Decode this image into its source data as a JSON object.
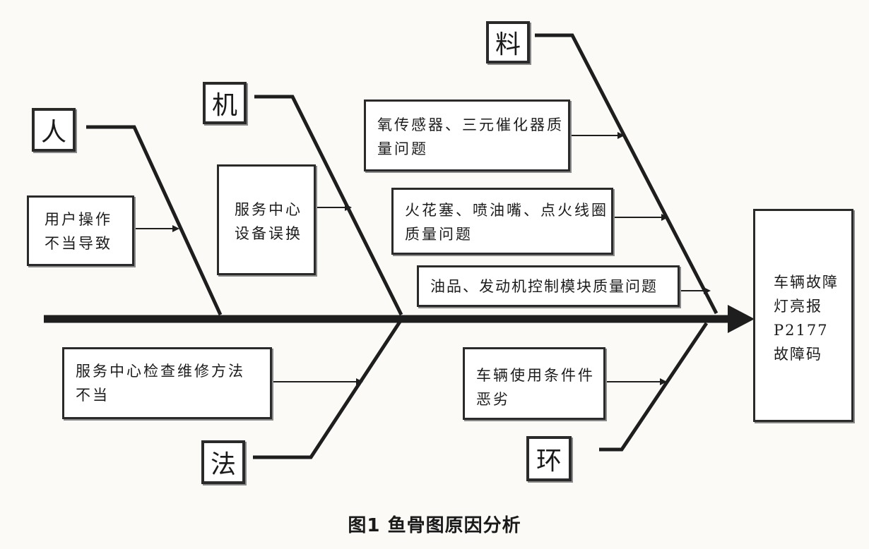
{
  "categories": {
    "ren": "人",
    "ji": "机",
    "liao": "料",
    "fa": "法",
    "huan": "环"
  },
  "causes": {
    "user_operation": "用户操作\n不当导致",
    "service_equipment": "服务中心\n设备误换",
    "oxygen_sensor": "氧传感器、三元催化器质\n量问题",
    "spark_plug": "火花塞、喷油嘴、点火线圈\n质量问题",
    "fuel_ecu": "油品、发动机控制模块质量问题",
    "service_method": "服务中心检查维修方法\n不当",
    "usage_conditions": "车辆使用条件件\n恶劣"
  },
  "result": "车辆故障\n灯亮报\nP2177\n故障码",
  "caption": "图1  鱼骨图原因分析",
  "colors": {
    "line": "#1e1e1e",
    "border": "#2a2a2a",
    "background": "#fbfaf6"
  }
}
